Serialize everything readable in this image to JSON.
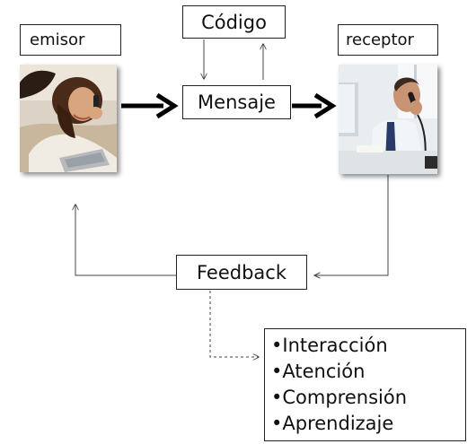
{
  "nodes": {
    "emisor": "emisor",
    "codigo": "Código",
    "receptor": "receptor",
    "mensaje": "Mensaje",
    "feedback": "Feedback"
  },
  "feedback_outcomes": [
    "•Interacción",
    "•Atención",
    "•Comprensión",
    "•Aprendizaje"
  ],
  "images": {
    "emisor": "woman-on-phone-photo",
    "receptor": "man-on-phone-photo"
  },
  "colors": {
    "outline": "#222222",
    "thin_arrow": "#444444",
    "thick_arrow": "#000000"
  }
}
